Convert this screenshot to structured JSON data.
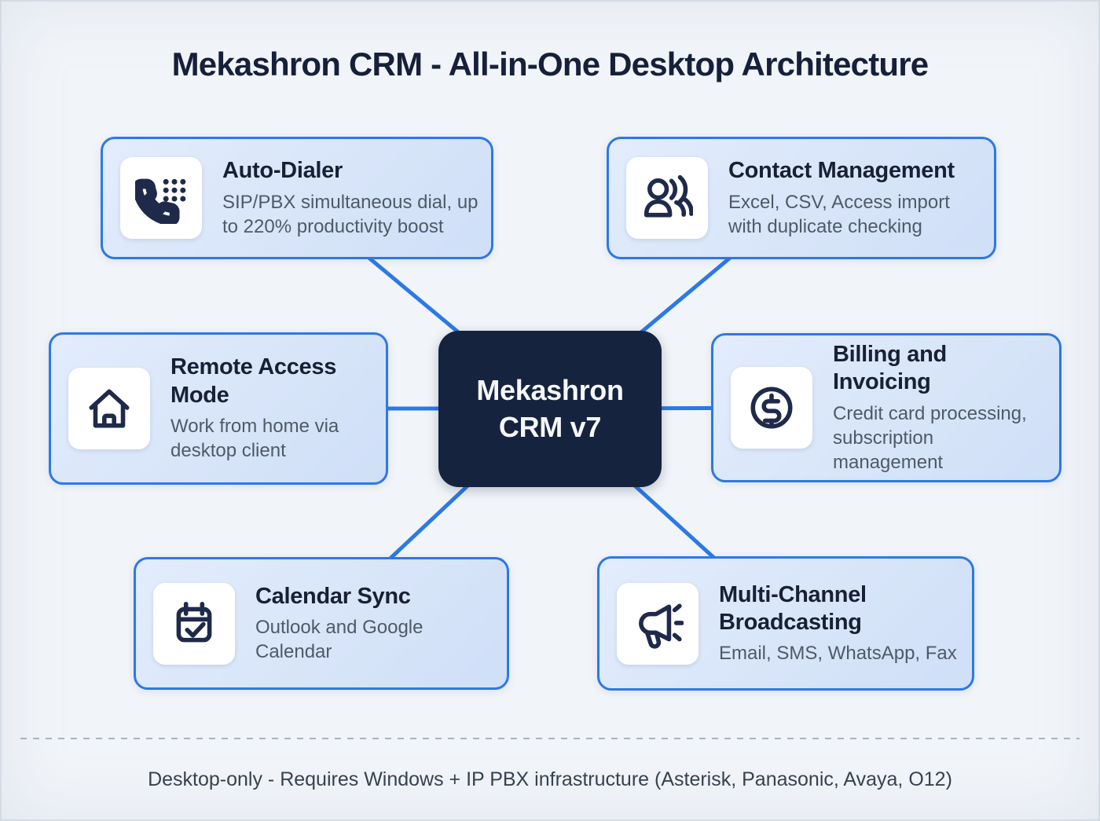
{
  "page": {
    "title": "Mekashron CRM - All-in-One Desktop Architecture"
  },
  "center_node": {
    "line1": "Mekashron",
    "line2": "CRM v7"
  },
  "features": [
    {
      "title": "Auto-Dialer",
      "description": "SIP/PBX simultaneous dial, up to 220% productivity boost",
      "icon": "phone-keypad-icon"
    },
    {
      "title": "Contact Management",
      "description": "Excel, CSV, Access import with duplicate checking",
      "icon": "contacts-icon"
    },
    {
      "title": "Remote Access Mode",
      "description": "Work from home via desktop client",
      "icon": "home-icon"
    },
    {
      "title": "Billing and Invoicing",
      "description": "Credit card processing, subscription management",
      "icon": "dollar-circle-icon"
    },
    {
      "title": "Calendar Sync",
      "description": "Outlook and Google Calendar",
      "icon": "calendar-check-icon"
    },
    {
      "title": "Multi-Channel Broadcasting",
      "description": "Email, SMS, WhatsApp, Fax",
      "icon": "megaphone-icon"
    }
  ],
  "footer": {
    "note": "Desktop-only - Requires Windows + IP PBX infrastructure (Asterisk, Panasonic, Avaya, O12)"
  },
  "colors": {
    "accent_blue": "#2c79e6",
    "center_node_bg": "#16233f",
    "box_fill": "#d9e6f9",
    "heading_text": "#182038",
    "body_text": "#4f5a68",
    "icon_stroke": "#1f2a4b"
  }
}
